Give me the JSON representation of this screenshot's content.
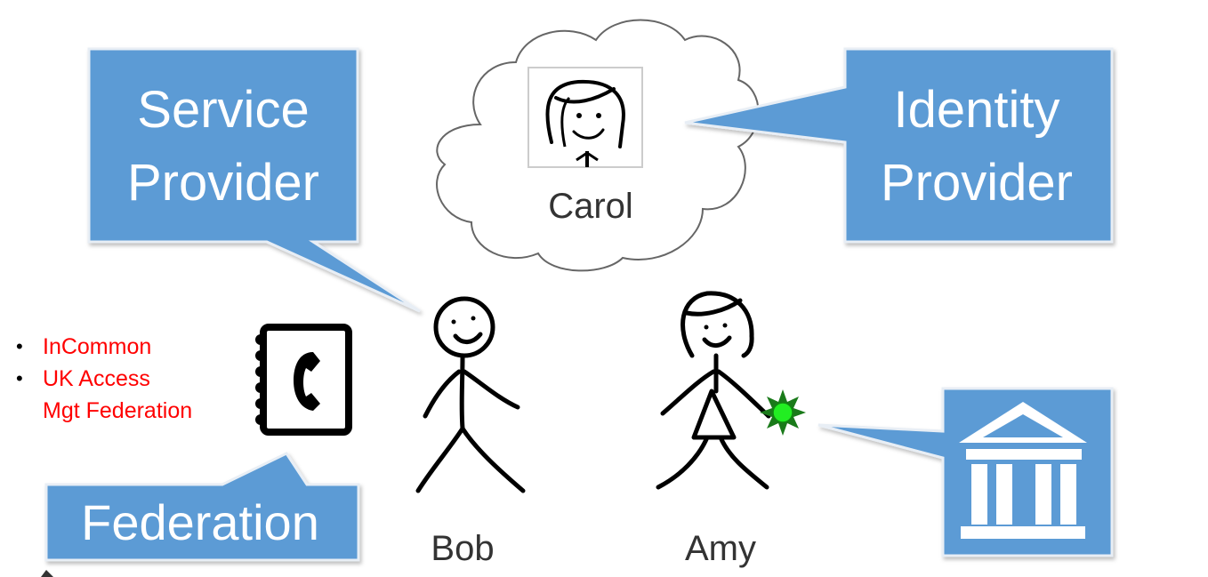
{
  "callouts": {
    "service_provider": {
      "line1": "Service",
      "line2": "Provider"
    },
    "identity_provider": {
      "line1": "Identity",
      "line2": "Provider"
    },
    "federation": {
      "label": "Federation"
    }
  },
  "people": {
    "carol": "Carol",
    "bob": "Bob",
    "amy": "Amy"
  },
  "federation_list": {
    "item1": "InCommon",
    "item2_line1": "UK Access",
    "item2_line2": "Mgt Federation"
  },
  "icons": {
    "carol_avatar": "woman-face-icon",
    "phonebook": "phone-book-icon",
    "institution": "institution-building-icon",
    "credential": "green-star-credential-icon"
  },
  "colors": {
    "callout_fill": "#5b9bd5",
    "callout_stroke": "#e8eef5",
    "federation_text": "#ff0000",
    "credential": "#22dd22"
  }
}
